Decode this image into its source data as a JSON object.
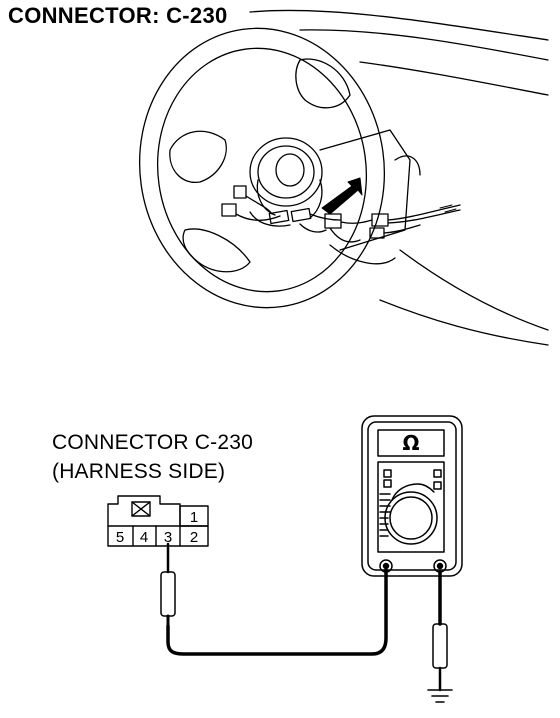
{
  "diagram": {
    "title": "CONNECTOR: C-230",
    "connector_label_line1": "CONNECTOR C-230",
    "connector_label_line2": "(HARNESS SIDE)",
    "connector_pins_top": [
      "",
      "1"
    ],
    "connector_pins_bottom": [
      "5",
      "4",
      "3",
      "2"
    ],
    "meter_symbol": "Ω"
  }
}
